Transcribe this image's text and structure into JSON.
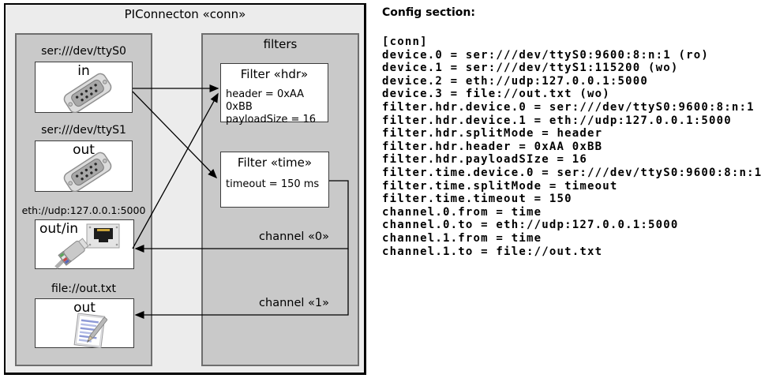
{
  "diagram": {
    "title": "PIConnecton «conn»",
    "colors": {
      "outer_fill": "#ececec",
      "group_fill": "#c9c9c9",
      "group_border": "#6e6e6e",
      "box_border": "#3c3c3c",
      "line": "#000000"
    },
    "devices_group": {
      "devices": [
        {
          "label": "ser:///dev/ttyS0",
          "direction": "in",
          "icon": "serial-connector-icon"
        },
        {
          "label": "ser:///dev/ttyS1",
          "direction": "out",
          "icon": "serial-connector-icon"
        },
        {
          "label": "eth://udp:127.0.0.1:5000",
          "direction": "out/in",
          "icon": "ethernet-plug-icon"
        },
        {
          "label": "file://out.txt",
          "direction": "out",
          "icon": "notepad-icon"
        }
      ]
    },
    "filters_group": {
      "title": "filters",
      "filters": [
        {
          "title": "Filter «hdr»",
          "lines": [
            "header = 0xAA 0xBB",
            "payloadSize = 16"
          ]
        },
        {
          "title": "Filter «time»",
          "lines": [
            "timeout = 150 ms"
          ]
        }
      ]
    },
    "channels": [
      {
        "label": "channel «0»"
      },
      {
        "label": "channel «1»"
      }
    ]
  },
  "config": {
    "heading": "Config section:",
    "lines": [
      "[conn]",
      "device.0 = ser:///dev/ttyS0:9600:8:n:1 (ro)",
      "device.1 = ser:///dev/ttyS1:115200 (wo)",
      "device.2 = eth://udp:127.0.0.1:5000",
      "device.3 = file://out.txt (wo)",
      "filter.hdr.device.0 = ser:///dev/ttyS0:9600:8:n:1",
      "filter.hdr.device.1 = eth://udp:127.0.0.1:5000",
      "filter.hdr.splitMode = header",
      "filter.hdr.header = 0xAA 0xBB",
      "filter.hdr.payloadSIze = 16",
      "filter.time.device.0 = ser:///dev/ttyS0:9600:8:n:1",
      "filter.time.splitMode = timeout",
      "filter.time.timeout = 150",
      "channel.0.from = time",
      "channel.0.to = eth://udp:127.0.0.1:5000",
      "channel.1.from = time",
      "channel.1.to = file://out.txt"
    ]
  }
}
